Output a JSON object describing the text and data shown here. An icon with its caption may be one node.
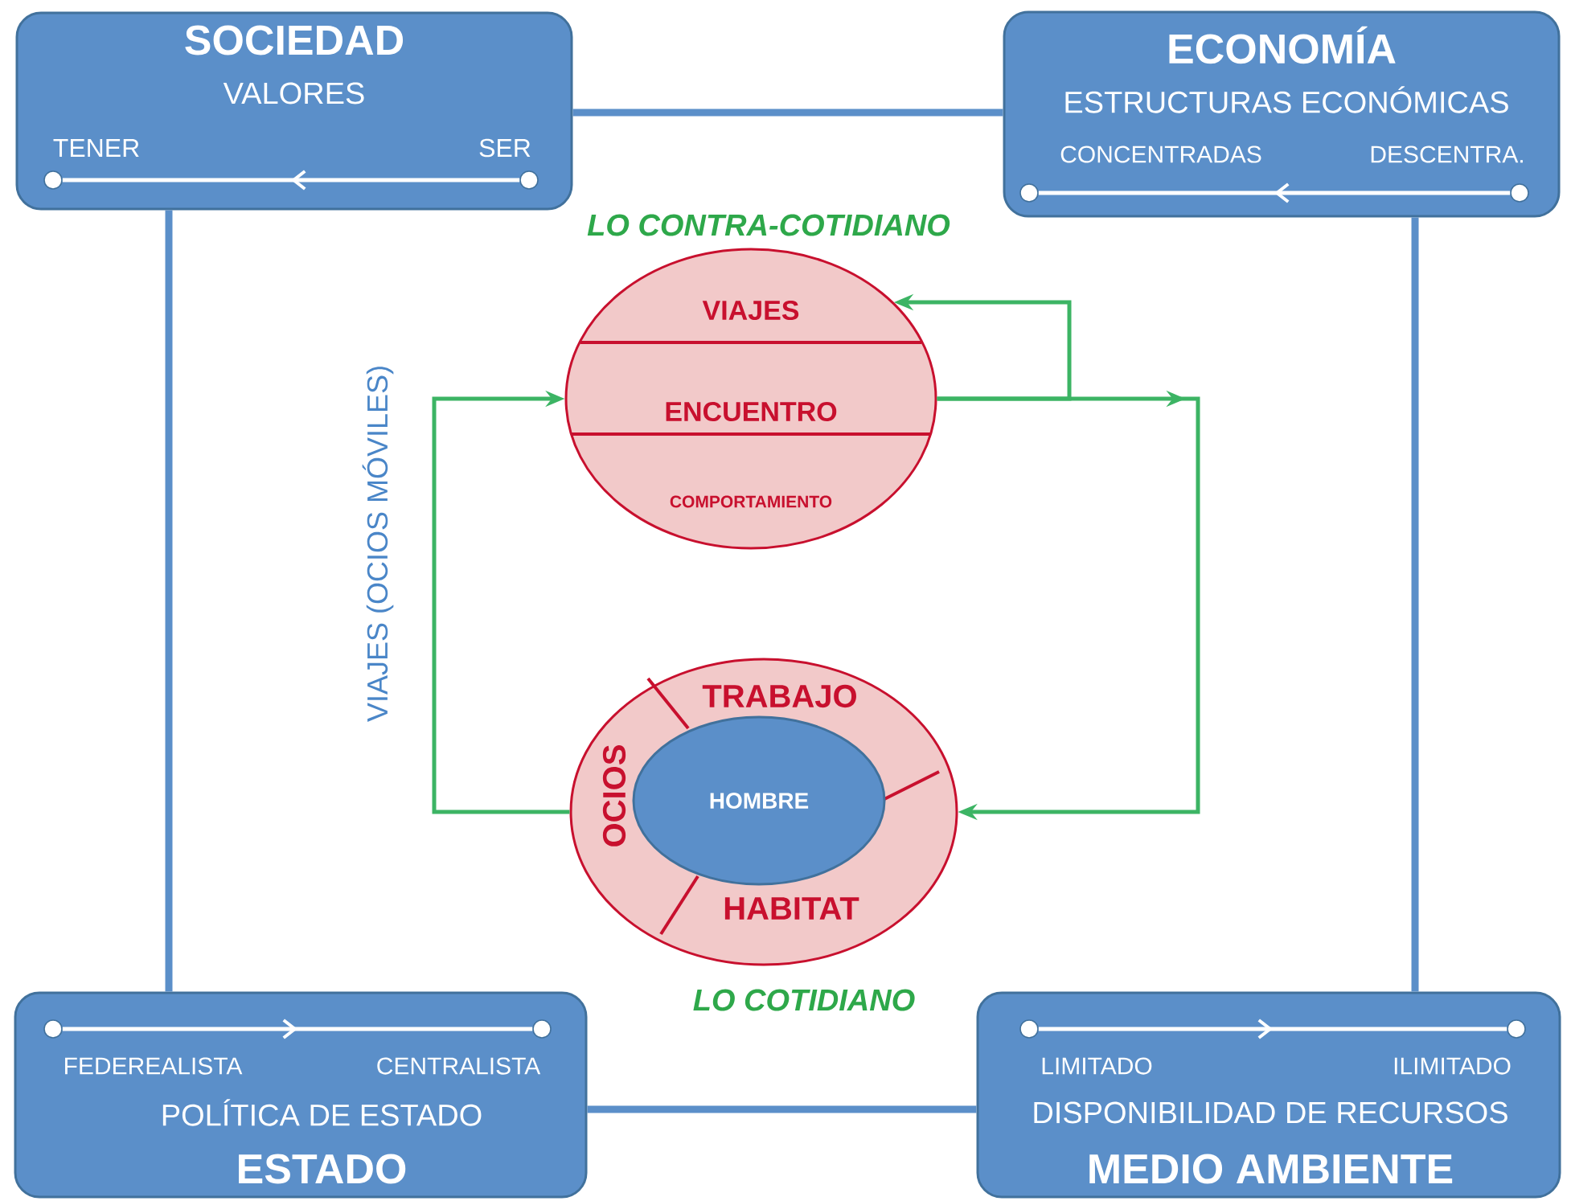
{
  "diagram": {
    "nodes": [
      {
        "text": [
          "SOCIEDAD",
          "VALORES"
        ]
      },
      {
        "text": [],
        "shape": "circle",
        "in": 0,
        "beside": [
          "TENER"
        ]
      },
      {
        "text": [],
        "shape": "circle",
        "in": 0,
        "beside": [
          "SER"
        ]
      },
      {
        "text": [
          "ECONOMÍA",
          "ESTRUCTURAS ECONÓMICAS"
        ]
      },
      {
        "text": [],
        "shape": "circle",
        "in": 3,
        "beside": [
          "CONCENTRADAS"
        ]
      },
      {
        "text": [],
        "shape": "circle",
        "in": 3,
        "beside": [
          "DESCENTRA."
        ]
      },
      {
        "text": [
          "VIAJES",
          "ENCUENTRO",
          "COMPORTAMIENTO"
        ],
        "beside": [
          "LO CONTRA-COTIDIANO"
        ]
      },
      {
        "text": [
          "TRABAJO",
          "OCIOS",
          "HABITAT"
        ],
        "beside": [
          "LO COTIDIANO"
        ]
      },
      {
        "text": [
          "HOMBRE"
        ],
        "in": 7
      },
      {
        "text": [
          "POLÍTICA DE ESTADO",
          "ESTADO"
        ]
      },
      {
        "text": [],
        "shape": "circle",
        "in": 9,
        "beside": [
          "FEDEREALISTA"
        ]
      },
      {
        "text": [],
        "shape": "circle",
        "in": 9,
        "beside": [
          "CENTRALISTA"
        ]
      },
      {
        "text": [
          "DISPONIBILIDAD DE RECURSOS",
          "MEDIO AMBIENTE"
        ]
      },
      {
        "text": [],
        "shape": "circle",
        "in": 12,
        "beside": [
          "LIMITADO"
        ]
      },
      {
        "text": [],
        "shape": "circle",
        "in": 12,
        "beside": [
          "ILIMITADO"
        ]
      }
    ],
    "edges": [
      {
        "from": 2,
        "to": 1,
        "arrow": "to",
        "color": "#ffffff"
      },
      {
        "from": 5,
        "to": 4,
        "arrow": "to",
        "color": "#ffffff"
      },
      {
        "from": 10,
        "to": 11,
        "arrow": "to",
        "color": "#ffffff"
      },
      {
        "from": 13,
        "to": 14,
        "arrow": "to",
        "color": "#ffffff"
      },
      {
        "from": 0,
        "to": 3,
        "arrow": "none",
        "style": "thick",
        "color": "#5b8fc9"
      },
      {
        "from": 0,
        "to": 9,
        "arrow": "none",
        "style": "thick",
        "color": "#5b8fc9"
      },
      {
        "from": 3,
        "to": 12,
        "arrow": "none",
        "style": "thick",
        "color": "#5b8fc9"
      },
      {
        "from": 9,
        "to": 12,
        "arrow": "none",
        "style": "thick",
        "color": "#5b8fc9"
      },
      {
        "from": 7,
        "to": 6,
        "arrow": "to",
        "color": "#3cb464"
      },
      {
        "from": 6,
        "to": 7,
        "arrow": "to",
        "color": "#3cb464"
      },
      {
        "from": 6,
        "to": 6,
        "arrow": "to",
        "color": "#3cb464"
      }
    ],
    "labels": [
      "VIAJES (OCIOS MÓVILES)"
    ]
  }
}
